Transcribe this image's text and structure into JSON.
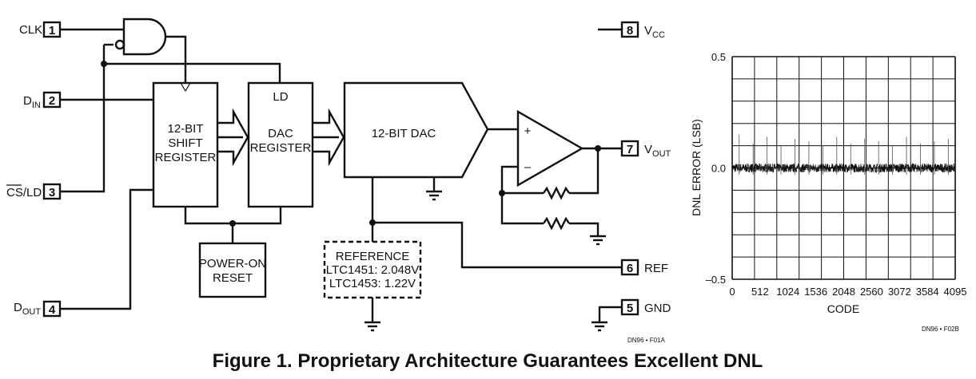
{
  "diagram": {
    "pins": [
      {
        "num": "1",
        "name": "CLK"
      },
      {
        "num": "2",
        "name": "D",
        "sub": "IN"
      },
      {
        "num": "3",
        "name": "CS/LD"
      },
      {
        "num": "4",
        "name": "D",
        "sub": "OUT"
      },
      {
        "num": "8",
        "name": "V",
        "sub": "CC"
      },
      {
        "num": "7",
        "name": "V",
        "sub": "OUT"
      },
      {
        "num": "6",
        "name": "REF"
      },
      {
        "num": "5",
        "name": "GND"
      }
    ],
    "blocks": {
      "shift_register": [
        "12-BIT",
        "SHIFT",
        "REGISTER"
      ],
      "dac_register_ld": "LD",
      "dac_register": [
        "DAC",
        "REGISTER"
      ],
      "dac": "12-BIT DAC",
      "reset": [
        "POWER-ON",
        "RESET"
      ],
      "reference": [
        "REFERENCE",
        "LTC1451: 2.048V",
        "LTC1453: 1.22V"
      ],
      "opamp_plus": "+",
      "opamp_minus": "–"
    },
    "figure_id": "DN96 • F01A"
  },
  "chart_data": {
    "type": "line",
    "xlabel": "CODE",
    "ylabel": "DNL ERROR (LSB)",
    "xlim": [
      0,
      4095
    ],
    "ylim": [
      -0.5,
      0.5
    ],
    "xticks": [
      "0",
      "512",
      "1024",
      "1536",
      "2048",
      "2560",
      "3072",
      "3584",
      "4095"
    ],
    "yticks": [
      "0.5",
      "0.0",
      "–0.5"
    ],
    "grid": true,
    "noise_band": 0.02,
    "spike_period": 256,
    "spike_values": [
      0.15,
      0.11,
      0.14,
      0.1,
      0.13,
      0.12,
      0.1,
      0.14,
      0.11,
      0.13,
      0.12,
      0.1,
      0.14,
      0.11,
      0.12,
      0.13
    ],
    "figure_id": "DN96 • F02B"
  },
  "caption": "Figure 1. Proprietary Architecture Guarantees Excellent DNL"
}
